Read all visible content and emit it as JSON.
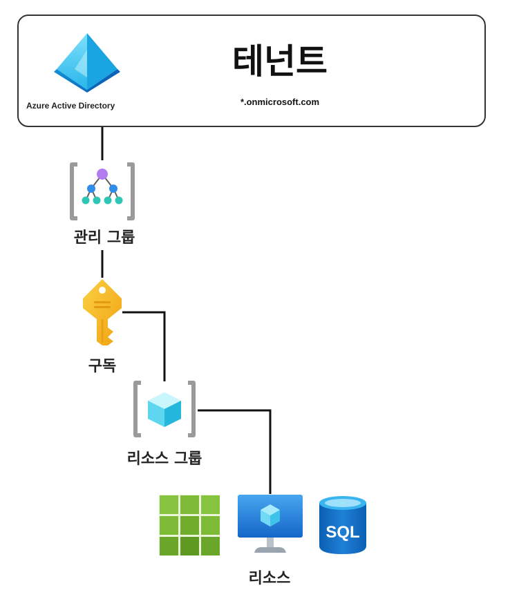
{
  "tenant": {
    "title": "테넌트",
    "domain": "*.onmicrosoft.com",
    "aad_label": "Azure Active Directory"
  },
  "nodes": {
    "management_group": {
      "label": "관리 그룹",
      "icon": "management-group-icon"
    },
    "subscription": {
      "label": "구독",
      "icon": "key-icon"
    },
    "resource_group": {
      "label": "리소스 그룹",
      "icon": "resource-group-icon"
    },
    "resources": {
      "label": "리소스",
      "items": [
        {
          "icon": "app-grid-icon"
        },
        {
          "icon": "virtual-machine-icon"
        },
        {
          "icon": "sql-database-icon",
          "text": "SQL"
        }
      ]
    }
  },
  "colors": {
    "line": "#111111",
    "aad_blue": "#3ccbf4",
    "bracket_gray": "#9a9a9a",
    "key_gold": "#f3b218",
    "grid_green": "#76b82a",
    "vm_blue": "#1f7bd6",
    "sql_blue": "#0f6cbd"
  }
}
